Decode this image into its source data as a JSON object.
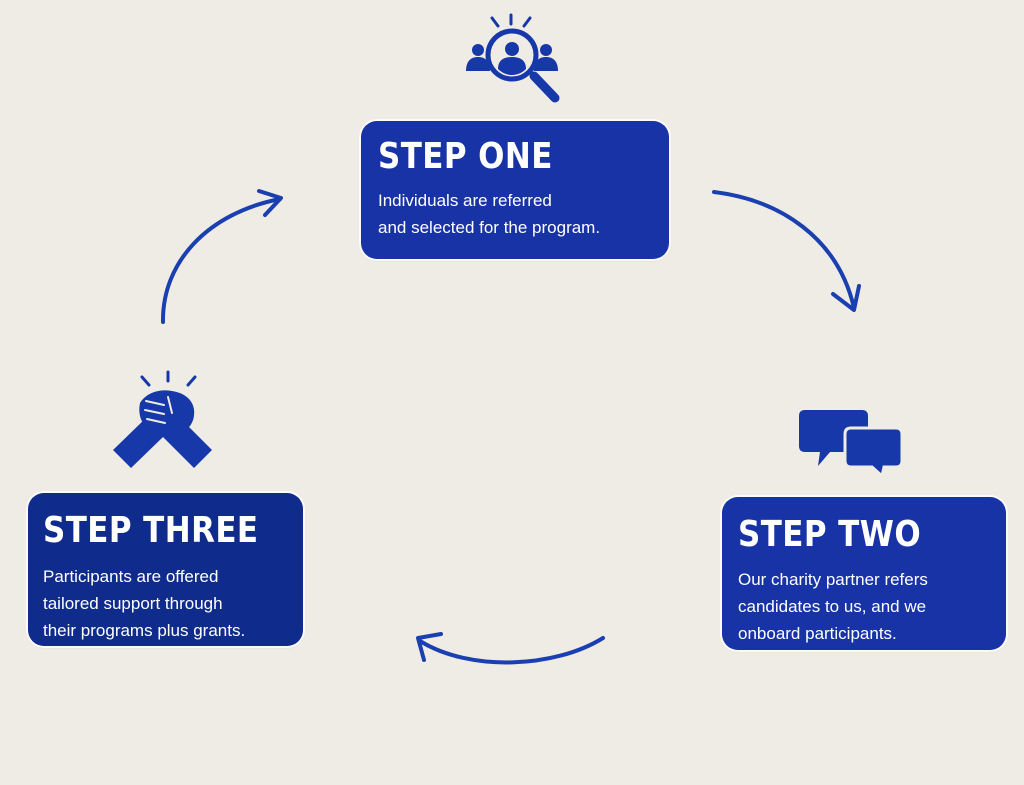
{
  "colors": {
    "background": "#efebe5",
    "card_primary": "#1733a6",
    "card_dark": "#0f2b8c",
    "arrow": "#1a3fb0",
    "icon": "#1738a8"
  },
  "steps": [
    {
      "title": "STEP ONE",
      "lines": [
        "Individuals are referred",
        "and selected for the program."
      ],
      "icon": "user-search-icon"
    },
    {
      "title": "STEP TWO",
      "lines": [
        "Our charity partner refers",
        "candidates to us, and we",
        "onboard participants."
      ],
      "icon": "chat-bubbles-icon"
    },
    {
      "title": "STEP THREE",
      "lines": [
        "Participants are offered",
        "tailored support through",
        "their programs plus grants."
      ],
      "icon": "handshake-icon"
    }
  ]
}
